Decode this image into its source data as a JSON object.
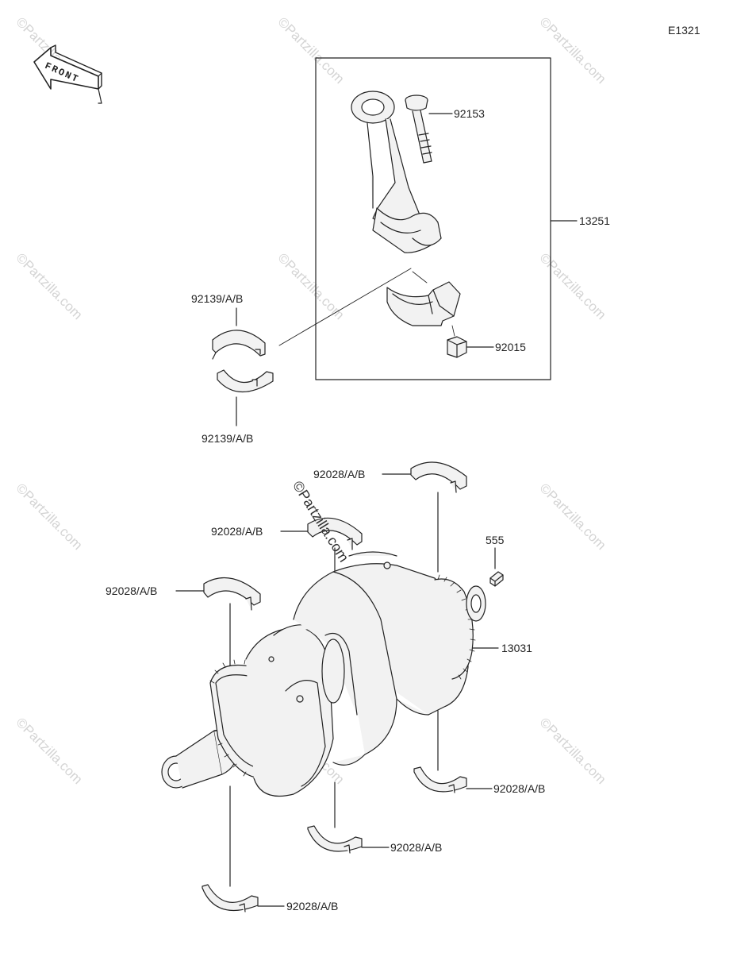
{
  "diagram_code": "E1321",
  "front_label": "FRONT",
  "watermark": "©Partzilla.com",
  "parts": {
    "p92153": "92153",
    "p13251": "13251",
    "p92015": "92015",
    "p92139_upper": "92139/A/B",
    "p92139_lower": "92139/A/B",
    "p92028_a": "92028/A/B",
    "p92028_b": "92028/A/B",
    "p92028_c": "92028/A/B",
    "p555": "555",
    "p13031": "13031",
    "p92028_d": "92028/A/B",
    "p92028_e": "92028/A/B",
    "p92028_f": "92028/A/B"
  },
  "colors": {
    "line": "#222222",
    "part_fill": "#f2f2f2",
    "watermark": "#d4d4d4"
  }
}
